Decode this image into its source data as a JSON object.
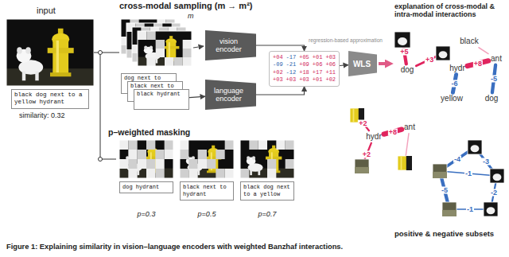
{
  "diagram": {
    "caption": "Figure 1: Explaining similarity in vision–language encoders with weighted Banzhaf interactions.",
    "nodes": [
      {
        "text": [
          "black dog next to a yellow hydrant"
        ]
      },
      {
        "text": [
          "dog next to"
        ]
      },
      {
        "text": [
          "black next to"
        ]
      },
      {
        "text": [
          "black hydrant"
        ]
      },
      {
        "text": [
          "vision encoder"
        ]
      },
      {
        "text": [
          "language encoder"
        ]
      },
      {
        "text": [
          "+04",
          "-17",
          "+05",
          "+01",
          "+03",
          "-09",
          "-21",
          "+09",
          "+06",
          "+06",
          "+02",
          "-12",
          "+18",
          "+17",
          "+11",
          "+03",
          "+03",
          "+03",
          "+01",
          "+02"
        ]
      },
      {
        "text": [
          "WLS"
        ]
      },
      {
        "text": [
          "dog hydrant"
        ]
      },
      {
        "text": [
          "black next to hydrant"
        ]
      },
      {
        "text": [
          "black dog next to a yellow"
        ]
      },
      {
        "text": [
          "dog"
        ]
      },
      {
        "text": [
          "black"
        ]
      },
      {
        "text": [
          "hydr"
        ]
      },
      {
        "text": [
          "ant"
        ]
      },
      {
        "text": [
          "yellow"
        ]
      },
      {
        "text": [
          "dog"
        ]
      },
      {
        "text": [
          "hydr"
        ]
      },
      {
        "text": [
          "ant"
        ]
      }
    ],
    "edges": [
      {
        "from": 3,
        "to": 5,
        "arrow": "to"
      },
      {
        "from": 4,
        "to": 6,
        "arrow": "to"
      },
      {
        "from": 5,
        "to": 6,
        "arrow": "to"
      },
      {
        "from": 6,
        "to": 7,
        "arrow": "to"
      },
      {
        "from": 13,
        "to": 14,
        "label": "+8",
        "arrow": "none"
      },
      {
        "from": 12,
        "to": 14,
        "arrow": "none"
      },
      {
        "from": 15,
        "to": 13,
        "label": "-6",
        "arrow": "none"
      },
      {
        "from": 14,
        "to": 16,
        "label": "-5",
        "arrow": "none"
      },
      {
        "from": 17,
        "to": 18,
        "label": "+8",
        "arrow": "none"
      }
    ],
    "labels": [
      "input",
      "similarity: 0.32",
      "cross-modal sampling (m → m²)",
      "m",
      "regression-based approximation",
      "p–weighted masking",
      "p=0.3",
      "p=0.5",
      "p=0.7",
      "explanation of cross-modal & intra-modal interactions",
      "+5",
      "+3",
      "+2",
      "+2",
      "-4",
      "-3",
      "-5",
      "-1",
      "-2",
      "-1",
      "positive & negative subsets"
    ]
  }
}
